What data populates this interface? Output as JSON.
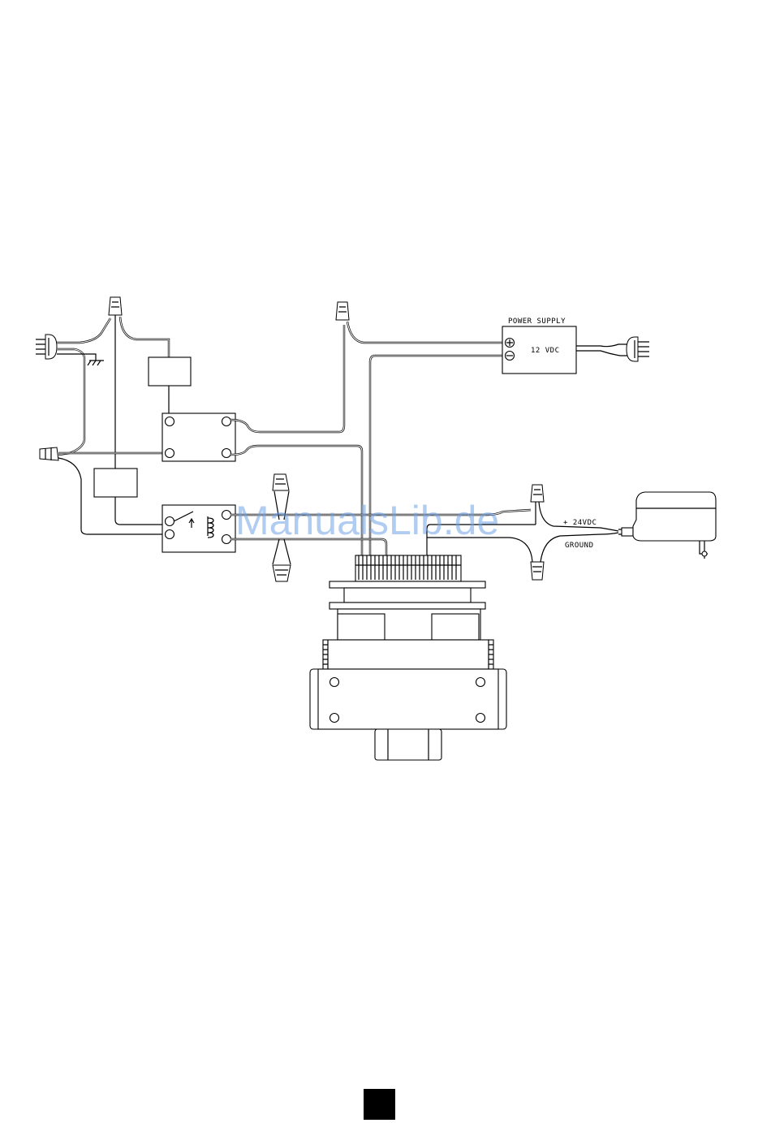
{
  "labels": {
    "power_supply": "POWER SUPPLY",
    "supply_voltage": "12 VDC",
    "plus_24": "+ 24VDC",
    "ground": "GROUND"
  },
  "watermark": "ManualsLib.de",
  "colors": {
    "line": "#000000",
    "background": "#ffffff",
    "watermark": "#6fa2e6",
    "page_tab": "#000000"
  },
  "icons": [
    "plus-terminal-icon",
    "minus-terminal-icon",
    "ground-symbol-icon",
    "relay-switch-icon",
    "coil-icon",
    "power-plug-icon",
    "wire-nut-icon",
    "wall-adapter-icon"
  ]
}
